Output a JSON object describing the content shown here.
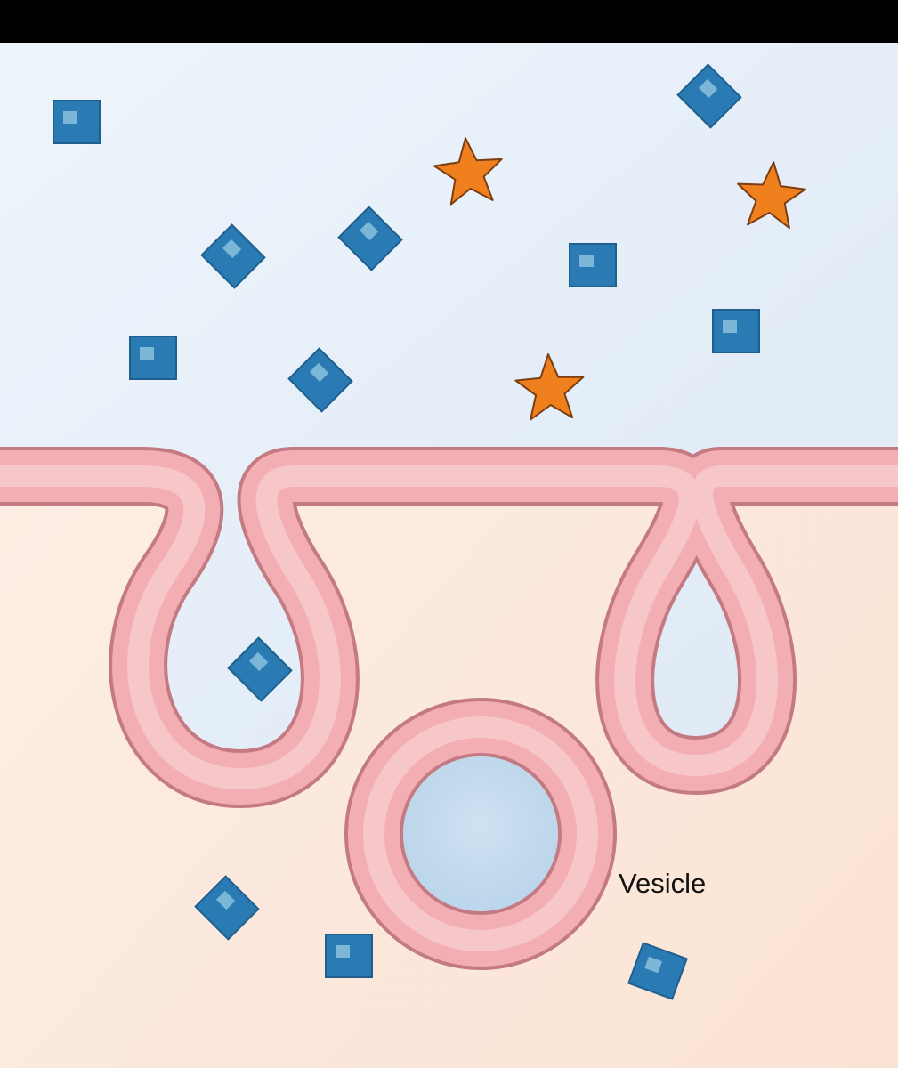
{
  "diagram": {
    "vesicle_label": "Vesicle",
    "colors": {
      "extracellular_top": "#eef4fb",
      "extracellular_bottom": "#dde9f5",
      "cytoplasm_top": "#fbeee6",
      "cytoplasm_bottom": "#fbe4d6",
      "membrane_outline": "#c47a82",
      "membrane_fill": "#f2aeb2",
      "membrane_highlight": "#f7c6c8",
      "vesicle_lumen": "#c4dbee",
      "particle_square": "#2a7ab4",
      "particle_square_highlight": "#8cc2de",
      "particle_star": "#f0801e",
      "particle_star_outline": "#7a3e12",
      "top_bar": "#000000"
    },
    "particle_types": [
      "blue-square",
      "orange-star"
    ]
  }
}
